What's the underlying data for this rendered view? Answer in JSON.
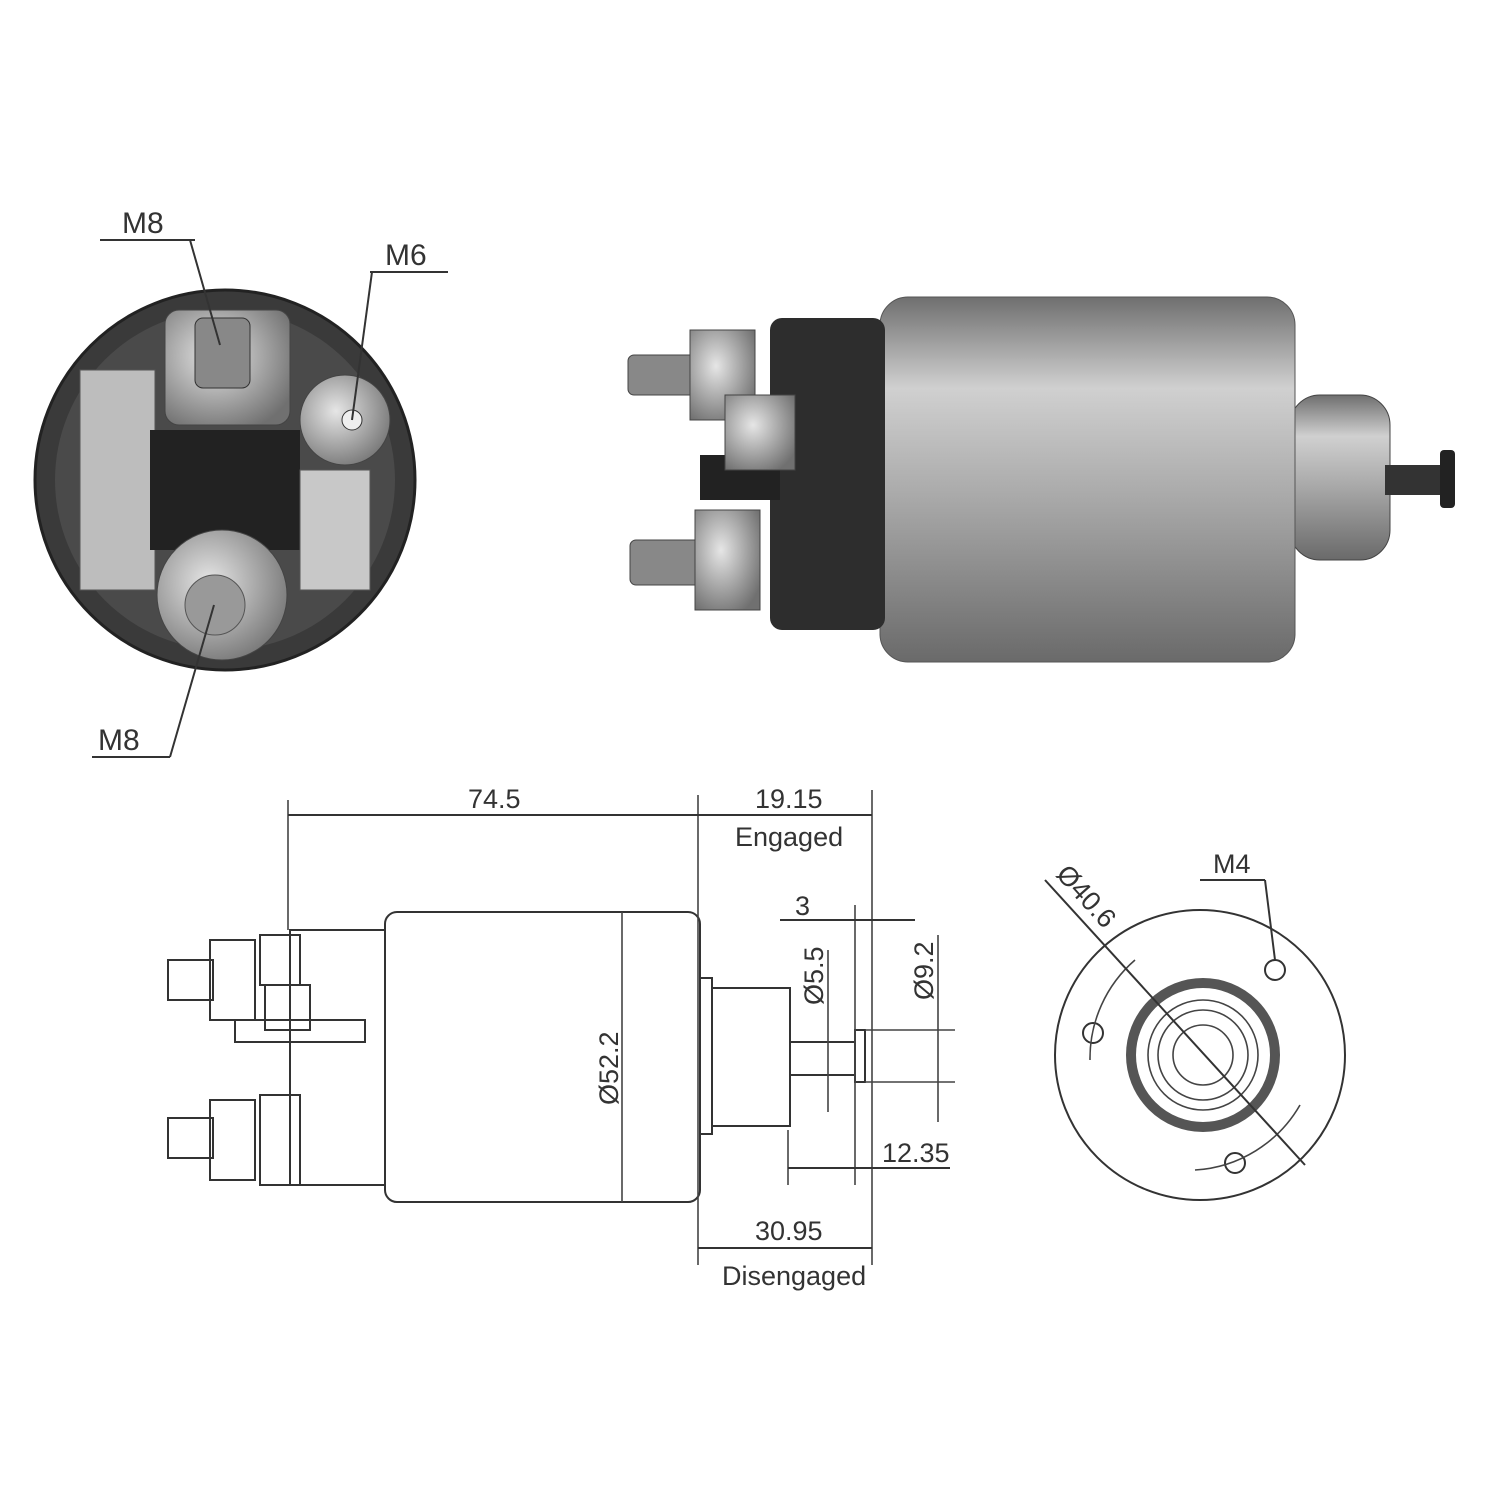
{
  "photo_end_view": {
    "labels": {
      "top_terminal": "M8",
      "small_terminal": "M6",
      "bottom_terminal": "M8"
    }
  },
  "drawing_side_view": {
    "overall_length": "74.5",
    "engaged_travel": "19.15",
    "engaged_label": "Engaged",
    "disengaged_travel": "30.95",
    "disengaged_label": "Disengaged",
    "disc_thickness": "3",
    "rod_diameter": "Ø5.5",
    "disc_diameter": "Ø9.2",
    "body_diameter": "Ø52.2",
    "rod_length": "12.35"
  },
  "drawing_front_view": {
    "bolt_circle": "Ø40.6",
    "thread": "M4"
  },
  "colors": {
    "line": "#333333",
    "metal": "#9a9a9a",
    "cap": "#2a2a2a"
  }
}
